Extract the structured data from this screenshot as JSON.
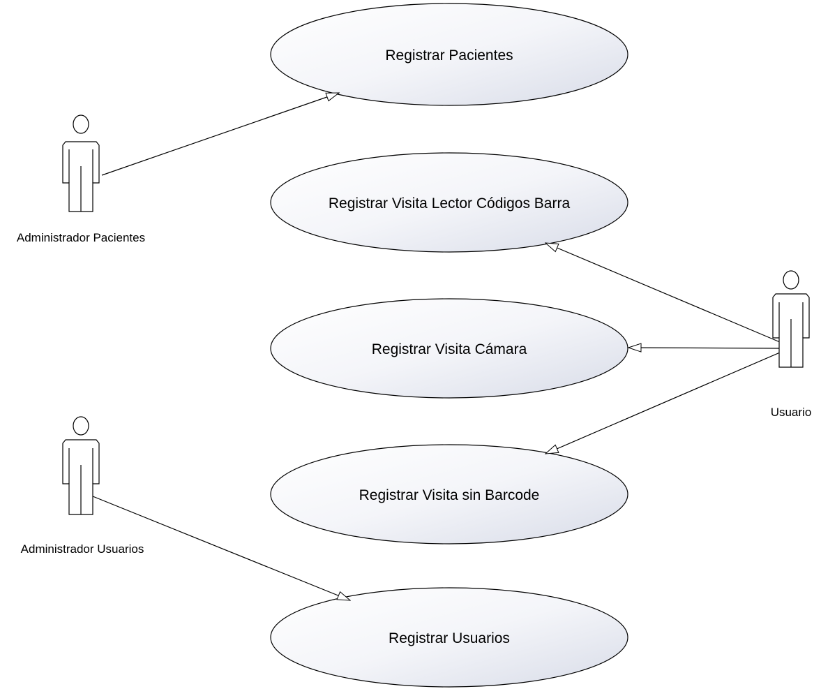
{
  "colors": {
    "stroke": "#000000",
    "usecase_fill_light": "#ffffff",
    "usecase_fill_dark": "#d8dce8",
    "background": "#ffffff"
  },
  "actors": [
    {
      "id": "administrador-pacientes",
      "label": "Administrador Pacientes"
    },
    {
      "id": "usuario",
      "label": "Usuario"
    },
    {
      "id": "administrador-usuarios",
      "label": "Administrador Usuarios"
    }
  ],
  "usecases": [
    {
      "id": "registrar-pacientes",
      "label": "Registrar Pacientes"
    },
    {
      "id": "registrar-visita-lector",
      "label": "Registrar Visita Lector Códigos Barra"
    },
    {
      "id": "registrar-visita-camara",
      "label": "Registrar Visita Cámara"
    },
    {
      "id": "registrar-visita-sin-barcode",
      "label": "Registrar Visita sin Barcode"
    },
    {
      "id": "registrar-usuarios",
      "label": "Registrar Usuarios"
    }
  ],
  "associations": [
    {
      "from": "Administrador Pacientes",
      "to": "Registrar Pacientes"
    },
    {
      "from": "Usuario",
      "to": "Registrar Visita Lector Códigos Barra"
    },
    {
      "from": "Usuario",
      "to": "Registrar Visita Cámara"
    },
    {
      "from": "Usuario",
      "to": "Registrar Visita sin Barcode"
    },
    {
      "from": "Administrador Usuarios",
      "to": "Registrar Usuarios"
    }
  ]
}
